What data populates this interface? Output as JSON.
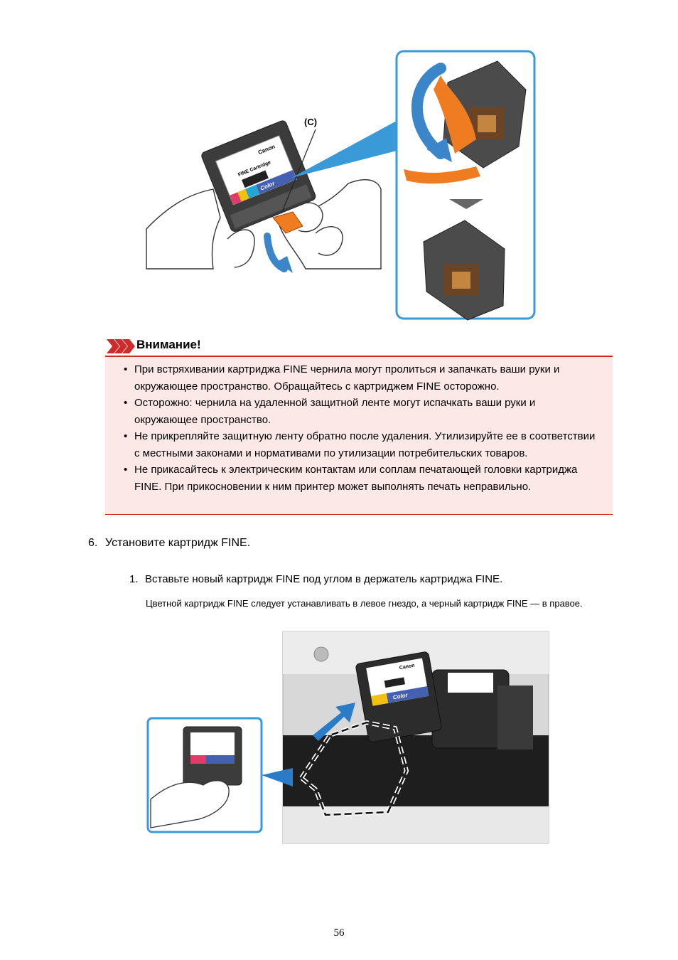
{
  "figure_top": {
    "callout_label": "(C)",
    "cartridge_brand": "Canon",
    "cartridge_model": "FINE Cartridge",
    "cartridge_type": "Color"
  },
  "caution": {
    "title": "Внимание!",
    "items": [
      "При встряхивании картриджа FINE чернила могут пролиться и запачкать ваши руки и окружающее пространство. Обращайтесь с картриджем FINE осторожно.",
      "Осторожно: чернила на удаленной защитной ленте могут испачкать ваши руки и окружающее пространство.",
      "Не прикрепляйте защитную ленту обратно после удаления. Утилизируйте ее в соответствии с местными законами и нормативами по утилизации потребительских товаров.",
      "Не прикасайтесь к электрическим контактам или соплам печатающей головки картриджа FINE. При прикосновении к ним принтер может выполнять печать неправильно."
    ]
  },
  "step": {
    "number": "6.",
    "text": "Установите картридж FINE.",
    "substep": {
      "number": "1.",
      "text": "Вставьте новый картридж FINE под углом в держатель картриджа FINE.",
      "note": "Цветной картридж FINE следует устанавливать в левое гнездо, а черный картридж FINE — в правое."
    }
  },
  "figure_bottom": {
    "cartridge_brand": "Canon",
    "cartridge_type": "Color"
  },
  "page_number": "56",
  "colors": {
    "caution_red": "#d02a2a",
    "caution_bg": "#fde8e8",
    "callout_blue": "#4a9fd8",
    "tape_orange": "#f07c22"
  }
}
